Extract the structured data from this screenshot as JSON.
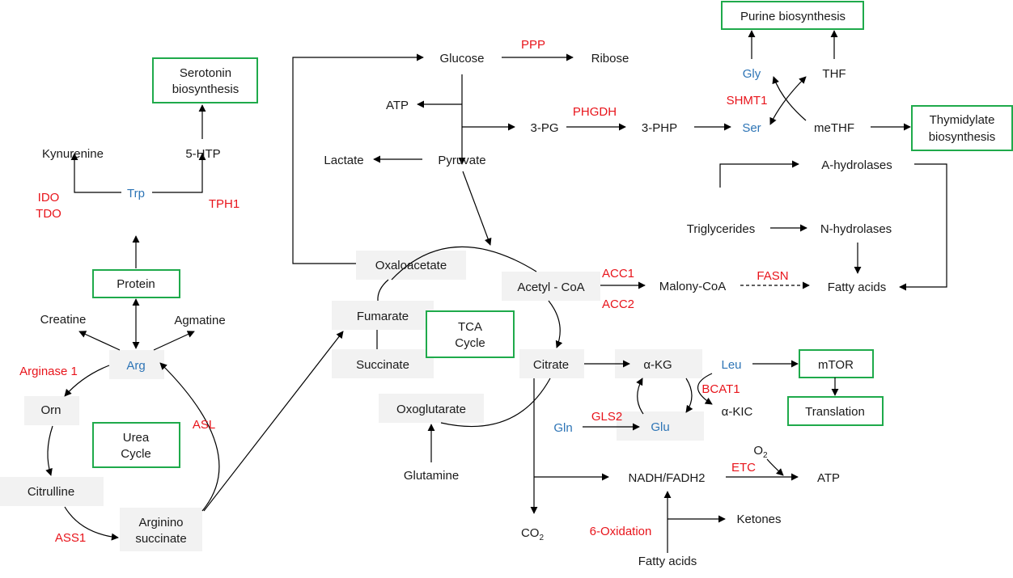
{
  "colors": {
    "enzyme": "#e8141b",
    "amino_acid": "#2e75b6",
    "process_box": "#1faa4b",
    "node_bg": "#f2f2f2",
    "text": "#1a1a1a"
  },
  "boxes": {
    "purine": "Purine biosynthesis",
    "serotonin": [
      "Serotonin",
      "biosynthesis"
    ],
    "thymidylate": [
      "Thymidylate",
      "biosynthesis"
    ],
    "protein": "Protein",
    "urea": [
      "Urea",
      "Cycle"
    ],
    "tca": [
      "TCA",
      "Cycle"
    ],
    "mtor": "mTOR",
    "translation": "Translation"
  },
  "metabolites": {
    "glucose": "Glucose",
    "ribose": "Ribose",
    "atp_top": "ATP",
    "pg3": "3-PG",
    "php3": "3-PHP",
    "lactate": "Lactate",
    "pyruvate": "Pyruvate",
    "thf": "THF",
    "methf": "meTHF",
    "kynurenine": "Kynurenine",
    "htp5": "5-HTP",
    "creatine": "Creatine",
    "agmatine": "Agmatine",
    "a_hydrolases": "A-hydrolases",
    "triglycerides": "Triglycerides",
    "n_hydrolases": "N-hydrolases",
    "fatty_acids_right": "Fatty acids",
    "malonyl_coa": "Malony-CoA",
    "akic": "α-KIC",
    "glutamine": "Glutamine",
    "nadh": "NADH/FADH2",
    "atp_bottom": "ATP",
    "o2": "O",
    "o2_sub": "2",
    "co2": "CO",
    "co2_sub": "2",
    "ketones": "Ketones",
    "fatty_acids_bottom": "Fatty acids"
  },
  "gray_nodes": {
    "oxaloacetate": "Oxaloacetate",
    "acetyl_coa": "Acetyl - CoA",
    "fumarate": "Fumarate",
    "succinate": "Succinate",
    "oxoglutarate": "Oxoglutarate",
    "citrate": "Citrate",
    "akg": "α-KG",
    "glu": "Glu",
    "arg": "Arg",
    "orn": "Orn",
    "citrulline": "Citrulline",
    "arginino": [
      "Arginino",
      "succinate"
    ]
  },
  "amino_acids": {
    "gly": "Gly",
    "ser": "Ser",
    "trp": "Trp",
    "leu": "Leu",
    "gln": "Gln"
  },
  "enzymes": {
    "ppp": "PPP",
    "phgdh": "PHGDH",
    "shmt1": "SHMT1",
    "ido": "IDO",
    "tdo": "TDO",
    "tph1": "TPH1",
    "acc1": "ACC1",
    "acc2": "ACC2",
    "fasn": "FASN",
    "arginase1": "Arginase 1",
    "asl": "ASL",
    "ass1": "ASS1",
    "bcat1": "BCAT1",
    "gls2": "GLS2",
    "etc": "ETC",
    "oxidation6": "6-Oxidation"
  }
}
